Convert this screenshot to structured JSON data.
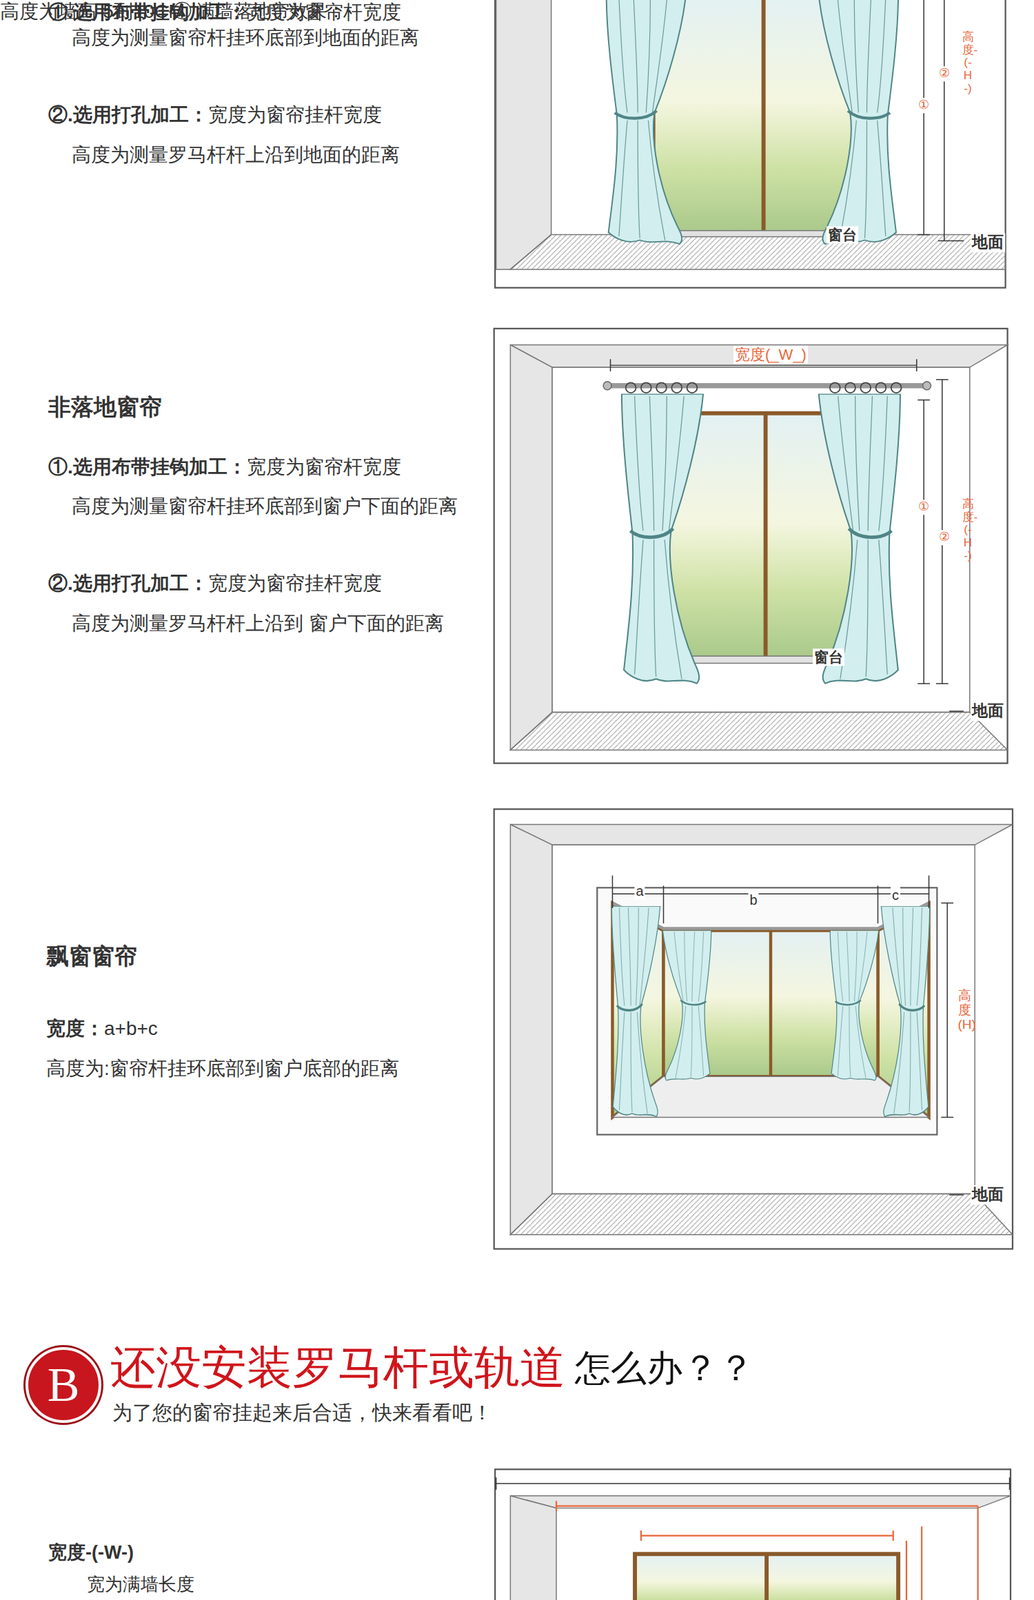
{
  "diagram": {
    "nodes": [
      {
        "text": [
          "B"
        ]
      }
    ],
    "labels": [
      "①.选用布带挂钩加工：",
      "宽度为窗帘杆宽度",
      "高度为测量窗帘杆挂环底部到地面的距离",
      "②.选用打孔加工：",
      "宽度为窗帘挂杆宽度",
      "高度为测量罗马杆杆上沿到地面的距离",
      "高度-(-H-)",
      "②",
      "①",
      "窗台",
      "地面",
      "非落地窗帘",
      "①.选用布带挂钩加工：",
      "宽度为窗帘杆宽度",
      "高度为测量窗帘杆挂环底部到窗户下面的距离",
      "②.选用打孔加工：",
      "宽度为窗帘挂杆宽度",
      "高度为测量罗马杆杆上沿到 窗户下面的距离",
      "宽度(_W_)",
      "①",
      "②",
      "高度-(-H-)",
      "窗台",
      "地面",
      "飘窗窗帘",
      "宽度：",
      "a+b+c",
      "高度为:窗帘杆挂环底部到窗户底部的距离",
      "a",
      "b",
      "c",
      "高度(H)",
      "地面",
      "还没安装罗马杆或轨道",
      "怎么办？？",
      "为了您的窗帘挂起来后合适，快来看看吧！",
      "宽度-(-W-)",
      "① 满墙落地帘效果：",
      "宽为满墙长度",
      "高度为墙高-5到10CM"
    ]
  }
}
